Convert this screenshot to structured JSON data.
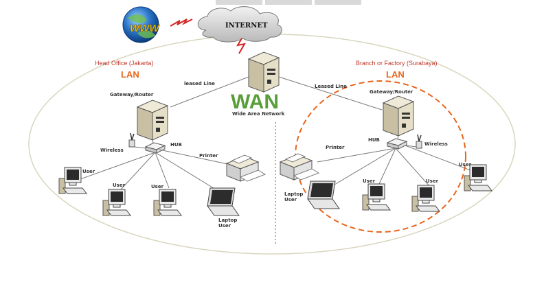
{
  "internet_label": "INTERNET",
  "www_label": "WWW",
  "wan": {
    "title": "WAN",
    "subtitle": "Wide Area Network"
  },
  "leased_left": "leased Line",
  "leased_right": "Leased Line",
  "left": {
    "heading": "Head Office (Jakarta)",
    "lan": "LAN",
    "gateway": "Gateway/Router",
    "hub": "HUB",
    "wireless": "Wireless",
    "printer": "Printer",
    "user1": "User",
    "user2": "User",
    "user3": "User",
    "laptop": "Laptop User"
  },
  "right": {
    "heading": "Branch or Factory (Surabaya)",
    "lan": "LAN",
    "gateway": "Gateway/Router",
    "hub": "HUB",
    "wireless": "Wireless",
    "printer": "Printer",
    "user1": "User",
    "user2": "User",
    "user3": "User",
    "laptop": "Laptop User"
  },
  "colors": {
    "lan_text": "#e8641b",
    "wan_text": "#5a9e3a",
    "heading_text": "#c0392b",
    "branch_ring": "#e8641b"
  }
}
